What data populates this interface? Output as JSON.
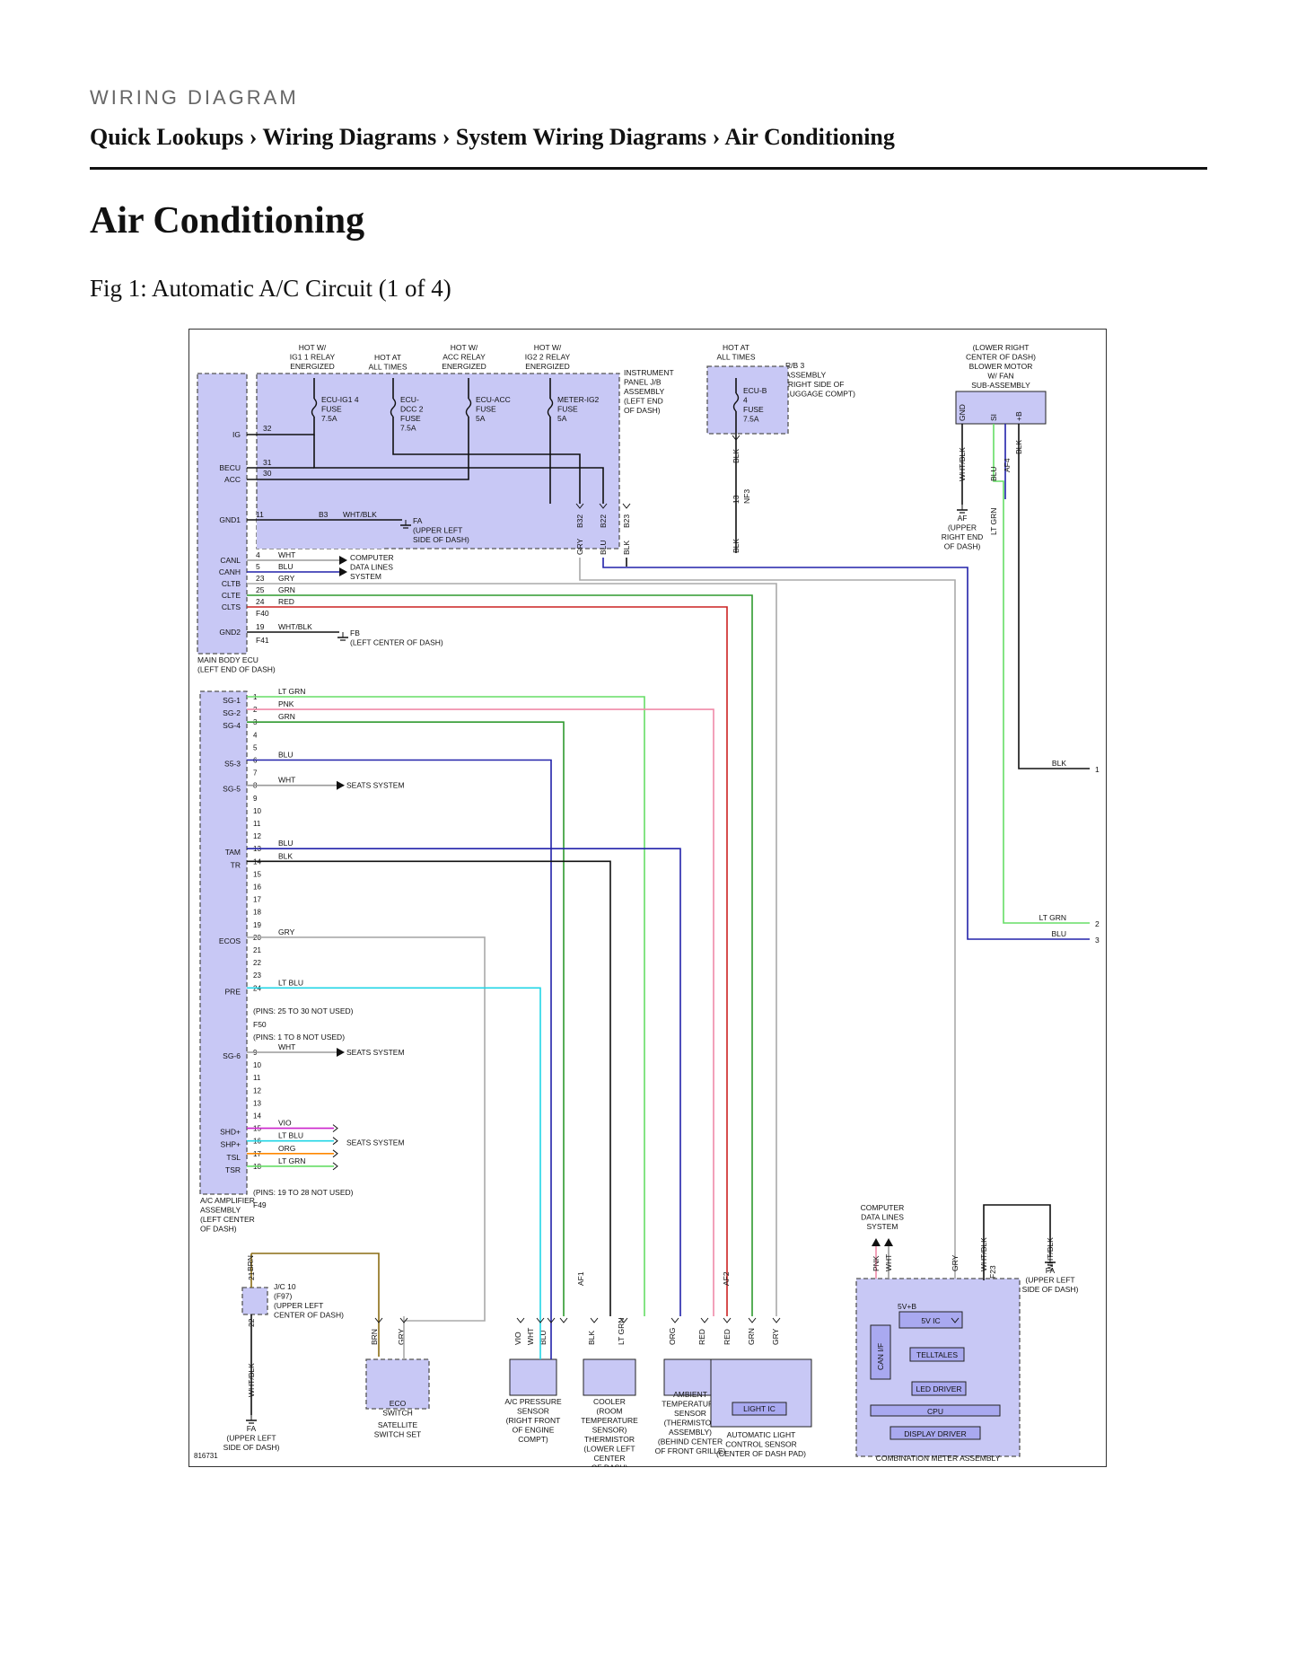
{
  "header": {
    "kicker": "WIRING DIAGRAM",
    "breadcrumb": "Quick Lookups › Wiring Diagrams › System Wiring Diagrams › Air Conditioning"
  },
  "page_title": "Air Conditioning",
  "figure": {
    "caption": "Fig 1: Automatic A/C Circuit (1 of 4)",
    "code": "816731",
    "wire_colors": {
      "BLK": "#111111",
      "WHT": "#9a9a9a",
      "GRY": "#aaaaaa",
      "GRN": "#2f9a2f",
      "LTGRN": "#66dd66",
      "PNK": "#f08aa8",
      "BLU": "#2222aa",
      "RED": "#cc2222",
      "LTBLU": "#22d6e6",
      "VIO": "#cc22cc",
      "ORG": "#ff8800",
      "BRN": "#8b6d14"
    },
    "labels": {
      "hot_ig1": [
        "HOT W/",
        "IG1 1 RELAY",
        "ENERGIZED"
      ],
      "hot_all": [
        "HOT AT",
        "ALL TIMES"
      ],
      "hot_acc": [
        "HOT W/",
        "ACC RELAY",
        "ENERGIZED"
      ],
      "hot_ig2": [
        "HOT W/",
        "IG2 2 RELAY",
        "ENERGIZED"
      ],
      "hot_all2": [
        "HOT AT",
        "ALL TIMES"
      ],
      "ipjb": [
        "INSTRUMENT",
        "PANEL J/B",
        "ASSEMBLY",
        "(LEFT END",
        "OF DASH)"
      ],
      "rb3": [
        "R/B 3",
        "ASSEMBLY",
        "(RIGHT SIDE OF",
        "LUGGAGE COMPT)"
      ],
      "blower_loc": [
        "(LOWER RIGHT",
        "CENTER OF DASH)",
        "BLOWER MOTOR",
        "W/ FAN",
        "SUB-ASSEMBLY"
      ],
      "fuse_ecuig1": [
        "ECU-IG1 4",
        "FUSE",
        "7.5A"
      ],
      "fuse_ecudcc": [
        "ECU-",
        "DCC 2",
        "FUSE",
        "7.5A"
      ],
      "fuse_ecuacc": [
        "ECU-ACC",
        "FUSE",
        "5A"
      ],
      "fuse_meter": [
        "METER-IG2",
        "FUSE",
        "5A"
      ],
      "fuse_ecub": [
        "ECU-B",
        "4",
        "FUSE",
        "7.5A"
      ],
      "blower_pins": [
        "GND",
        "SI",
        "+B"
      ],
      "ecu_pins_left": [
        "IG",
        "BECU",
        "ACC",
        "GND1",
        "CANL",
        "CANH",
        "CLTB",
        "CLTE",
        "CLTS",
        "GND2"
      ],
      "main_body_ecu": [
        "MAIN BODY ECU",
        "(LEFT END OF DASH)"
      ],
      "comp_data": [
        "COMPUTER",
        "DATA LINES",
        "SYSTEM"
      ],
      "fa_upper_left_dash": [
        "FA",
        "(UPPER LEFT",
        "SIDE OF DASH)"
      ],
      "fb": [
        "FB",
        "(LEFT CENTER OF DASH)"
      ],
      "af_upper_right": [
        "AF",
        "(UPPER",
        "RIGHT END",
        "OF DASH)"
      ],
      "amp_pins": [
        "SG-1",
        "SG-2",
        "SG-4",
        "S5-3",
        "SG-5",
        "TAM",
        "TR",
        "ECOS",
        "PRE",
        "SG-6",
        "SHD+",
        "SHP+",
        "TSL",
        "TSR"
      ],
      "amp_notes": [
        "(PINS: 25 TO 30 NOT USED)",
        "(PINS: 1 TO 8 NOT USED)",
        "(PINS: 19 TO 28 NOT USED)"
      ],
      "connectors": [
        "F40",
        "F41",
        "F50",
        "F49",
        "B3",
        "NF3",
        "AF4",
        "AF1",
        "AF2",
        "F23"
      ],
      "seats": "SEATS SYSTEM",
      "amp_name": [
        "A/C AMPLIFIER",
        "ASSEMBLY",
        "(LEFT CENTER",
        "OF DASH)"
      ],
      "jc10": [
        "J/C 10",
        "(F97)",
        "(UPPER LEFT",
        "CENTER OF DASH)"
      ],
      "eco": [
        "ECO",
        "SWITCH"
      ],
      "sat_sw": [
        "SATELLITE",
        "SWITCH SET"
      ],
      "pressure": [
        "A/C PRESSURE",
        "SENSOR",
        "(RIGHT FRONT",
        "OF ENGINE",
        "COMPT)"
      ],
      "cooler": [
        "COOLER",
        "(ROOM",
        "TEMPERATURE",
        "SENSOR)",
        "THERMISTOR",
        "(LOWER LEFT",
        "CENTER",
        "OF DASH)"
      ],
      "ambient": [
        "AMBIENT",
        "TEMPERATURE",
        "SENSOR",
        "(THERMISTOR",
        "ASSEMBLY)",
        "(BEHIND CENTER",
        "OF FRONT GRILLE)"
      ],
      "light_sensor": [
        "AUTOMATIC LIGHT",
        "CONTROL SENSOR",
        "(CENTER OF DASH PAD)"
      ],
      "light_ic": "LIGHT IC",
      "meter_blocks": [
        "5V IC",
        "TELLTALES",
        "LED DRIVER",
        "CPU",
        "DISPLAY DRIVER",
        "CAN I/F",
        "5V+B"
      ],
      "meter_name": "COMBINATION METER ASSEMBLY",
      "fa_right": [
        "FA",
        "(UPPER LEFT",
        "SIDE OF DASH)"
      ]
    }
  }
}
